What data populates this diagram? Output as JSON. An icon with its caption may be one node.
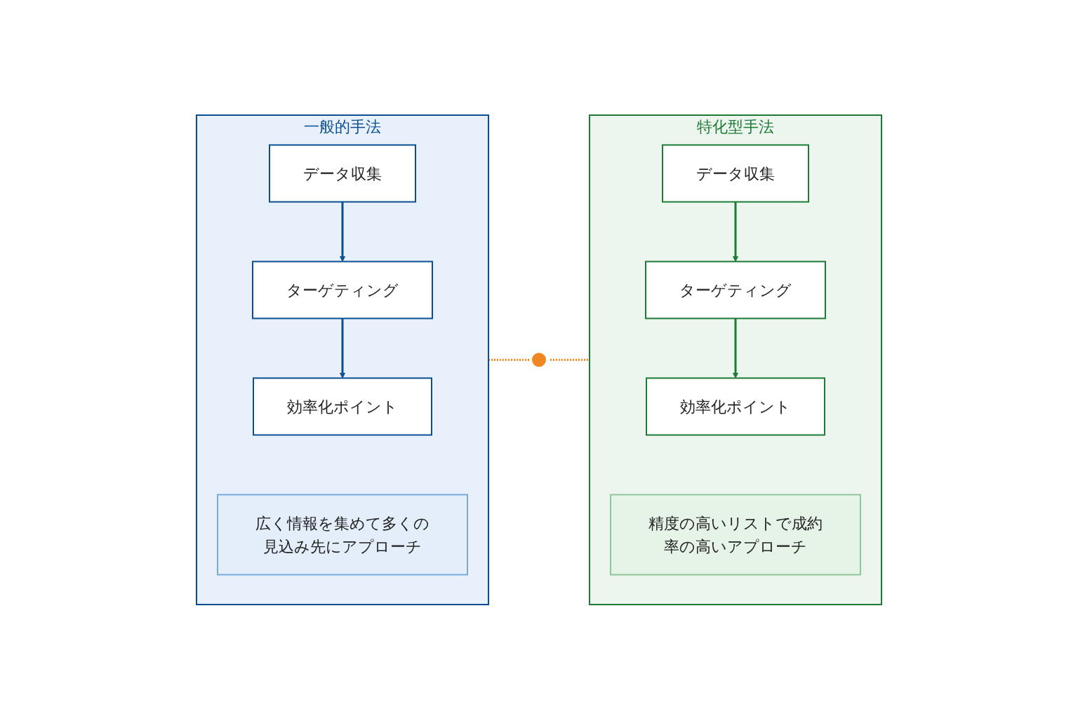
{
  "diagram": {
    "nodes": [
      {
        "text": [
          "一般的手法"
        ]
      },
      {
        "text": [
          "データ収集"
        ],
        "in": 0
      },
      {
        "text": [
          "ターゲティング"
        ],
        "in": 0
      },
      {
        "text": [
          "効率化ポイント"
        ],
        "in": 0
      },
      {
        "text": [
          "広く情報を集めて多くの見込み先にアプローチ"
        ],
        "in": 0
      },
      {
        "text": [
          "特化型手法"
        ]
      },
      {
        "text": [
          "データ収集"
        ],
        "in": 5
      },
      {
        "text": [
          "ターゲティング"
        ],
        "in": 5
      },
      {
        "text": [
          "効率化ポイント"
        ],
        "in": 5
      },
      {
        "text": [
          "精度の高いリストで成約率の高いアプローチ"
        ],
        "in": 5
      },
      {
        "text": [],
        "shape": "circle"
      }
    ],
    "edges": [
      {
        "from": 1,
        "to": 2,
        "arrow": "to",
        "color": "#0b4f91"
      },
      {
        "from": 2,
        "to": 3,
        "arrow": "to",
        "color": "#0b4f91"
      },
      {
        "from": 6,
        "to": 7,
        "arrow": "to",
        "color": "#1e7b34"
      },
      {
        "from": 7,
        "to": 8,
        "arrow": "to",
        "color": "#1e7b34"
      },
      {
        "from": 0,
        "to": 10,
        "arrow": "none",
        "style": "dashed",
        "color": "#ee8622"
      },
      {
        "from": 10,
        "to": 5,
        "arrow": "none",
        "style": "dashed",
        "color": "#ee8622"
      }
    ]
  }
}
